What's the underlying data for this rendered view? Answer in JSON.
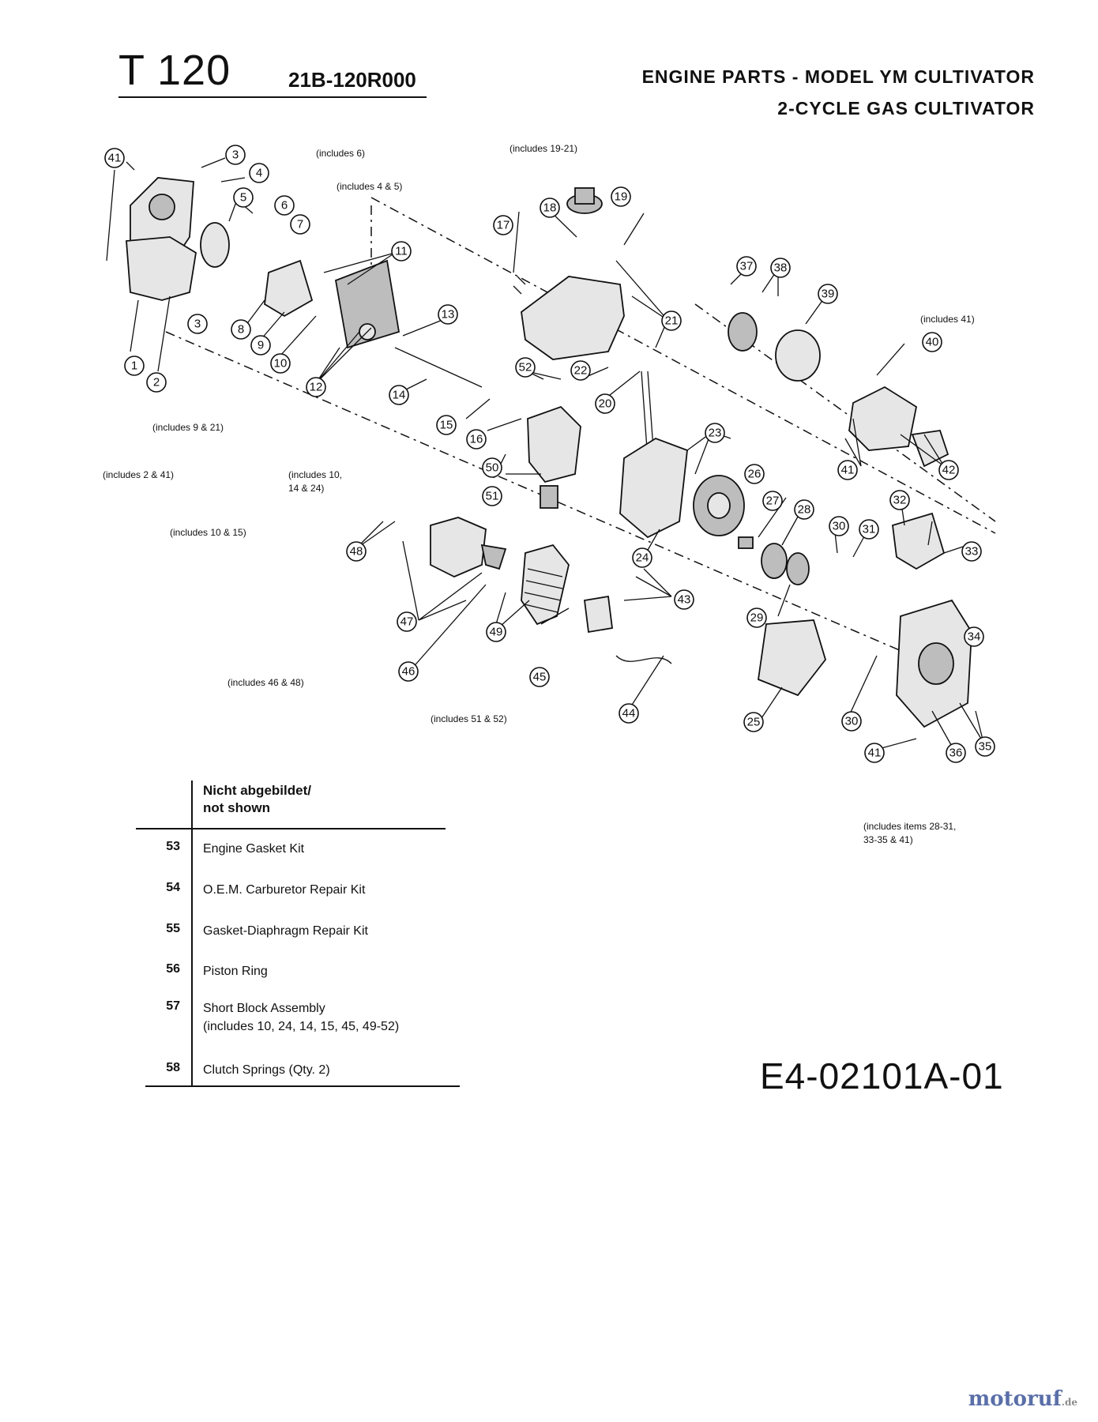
{
  "header": {
    "model": "T 120",
    "part_number": "21B-120R000",
    "title_line1": "ENGINE PARTS - MODEL YM CULTIVATOR",
    "title_line2": "2-CYCLE GAS CULTIVATOR"
  },
  "diagram": {
    "notes": {
      "inc6": "(includes 6)",
      "inc1921": "(includes 19-21)",
      "inc45": "(includes 4 & 5)",
      "inc41": "(includes 41)",
      "inc921": "(includes 9 & 21)",
      "inc241": "(includes 2 & 41)",
      "inc101424a": "(includes 10,",
      "inc101424b": "14 & 24)",
      "inc1015": "(includes 10 & 15)",
      "inc4648": "(includes 46 & 48)",
      "inc5152": "(includes 51 & 52)",
      "incItemsA": "(includes items 28-31,",
      "incItemsB": "33-35 & 41)"
    },
    "callouts": [
      "41",
      "3",
      "4",
      "5",
      "6",
      "7",
      "1",
      "2",
      "3",
      "8",
      "9",
      "10",
      "11",
      "12",
      "13",
      "14",
      "15",
      "16",
      "17",
      "18",
      "19",
      "20",
      "21",
      "22",
      "23",
      "24",
      "25",
      "26",
      "27",
      "28",
      "29",
      "30",
      "31",
      "32",
      "33",
      "34",
      "35",
      "36",
      "37",
      "38",
      "39",
      "40",
      "41",
      "42",
      "43",
      "44",
      "45",
      "46",
      "47",
      "48",
      "49",
      "50",
      "51",
      "52",
      "30",
      "41"
    ]
  },
  "not_shown": {
    "header_line1": "Nicht abgebildet/",
    "header_line2": "not  shown",
    "rows": [
      {
        "num": "53",
        "desc": "Engine  Gasket  Kit"
      },
      {
        "num": "54",
        "desc": "O.E.M.  Carburetor  Repair  Kit"
      },
      {
        "num": "55",
        "desc": "Gasket-Diaphragm  Repair  Kit"
      },
      {
        "num": "56",
        "desc": "Piston  Ring"
      },
      {
        "num": "57",
        "desc": "Short  Block  Assembly",
        "desc2": "(includes  10,  24,  14,  15,  45,  49-52)"
      },
      {
        "num": "58",
        "desc": "Clutch  Springs  (Qty.  2)"
      }
    ]
  },
  "footer": {
    "diagram_code": "E4-02101A-01",
    "brand": "motoruf",
    "brand_tld": ".de"
  }
}
